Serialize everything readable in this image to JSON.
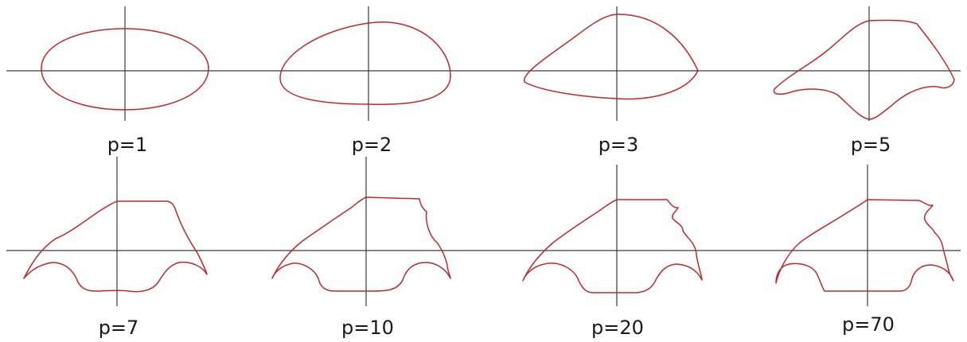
{
  "colors": {
    "curve": "#c0282d",
    "axis": "#3a3a3a",
    "label": "#1a1a1a"
  },
  "panels": [
    {
      "label": "p=1"
    },
    {
      "label": "p=2"
    },
    {
      "label": "p=3"
    },
    {
      "label": "p=5"
    },
    {
      "label": "p=7"
    },
    {
      "label": "p=10"
    },
    {
      "label": "p=20"
    },
    {
      "label": "p=70"
    }
  ]
}
